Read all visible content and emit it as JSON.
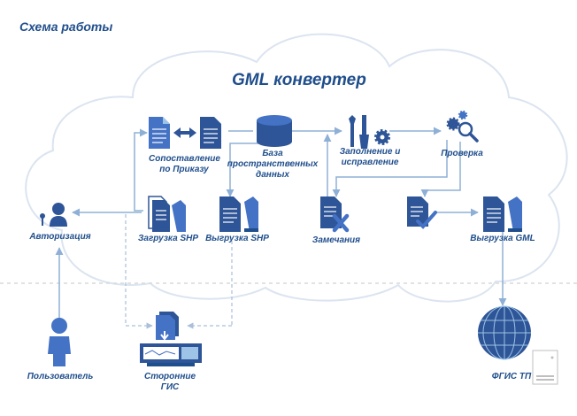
{
  "header": {
    "scheme_title": "Схема работы",
    "main_title": "GML конвертер"
  },
  "nodes": {
    "matching": "Сопоставление\nпо Приказу",
    "spatial_db": "База\nпространственных\nданных",
    "fill_fix": "Заполнение и\nисправление",
    "check": "Проверка",
    "auth": "Авторизация",
    "load_shp": "Загрузка SHP",
    "export_shp": "Выгрузка SHP",
    "remarks": "Замечания",
    "export_gml": "Выгрузка GML",
    "user": "Пользователь",
    "third_party_gis": "Сторонние\nГИС",
    "fgis_tp": "ФГИС ТП"
  },
  "colors": {
    "primary": "#1f4e8c",
    "icon_dark": "#2e5597",
    "icon_light": "#4472c4",
    "line": "#8fb0d6",
    "cloud": "#dbe4f0"
  }
}
